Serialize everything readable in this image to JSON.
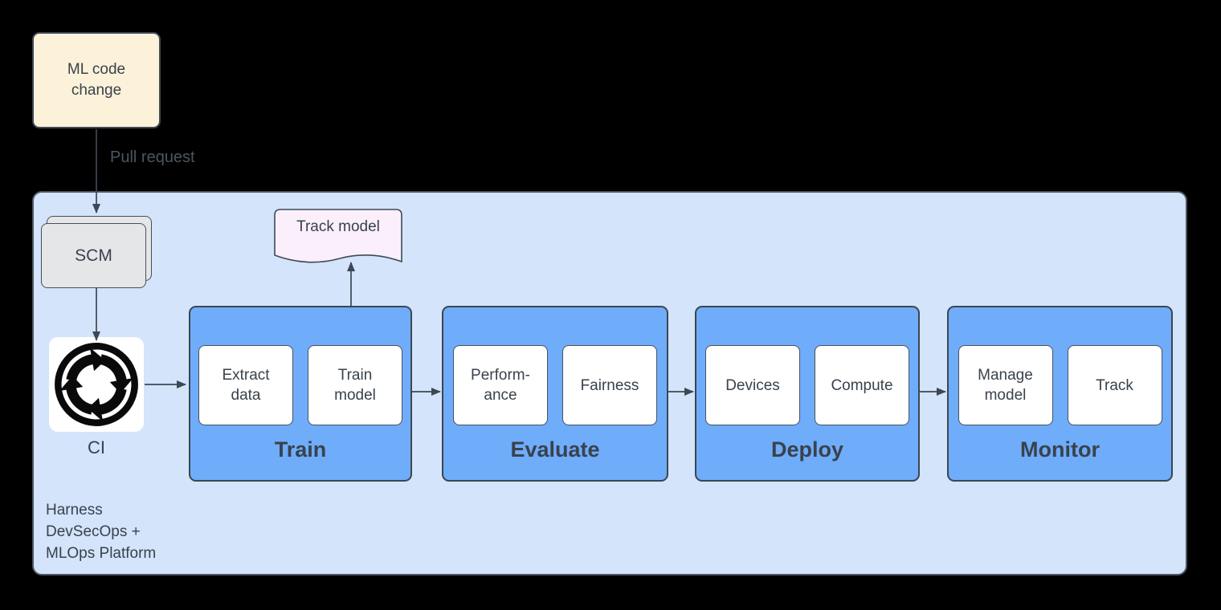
{
  "diagram": {
    "source_box": {
      "label": "ML code\nchange"
    },
    "edge_labels": {
      "pull_request": "Pull request"
    },
    "platform": {
      "label": "Harness\nDevSecOps +\nMLOps Platform"
    },
    "scm": {
      "label": "SCM"
    },
    "ci": {
      "label": "CI"
    },
    "artifact": {
      "label": "Track model"
    },
    "stages": [
      {
        "label": "Train",
        "steps": [
          "Extract\ndata",
          "Train\nmodel"
        ]
      },
      {
        "label": "Evaluate",
        "steps": [
          "Perform-\nance",
          "Fairness"
        ]
      },
      {
        "label": "Deploy",
        "steps": [
          "Devices",
          "Compute"
        ]
      },
      {
        "label": "Monitor",
        "steps": [
          "Manage\nmodel",
          "Track"
        ]
      }
    ],
    "colors": {
      "background": "#000000",
      "note_fill": "#FCF2D9",
      "platform_fill": "#D3E4FB",
      "stage_fill": "#6FACFA",
      "step_fill": "#FFFFFF",
      "scm_fill": "#E5E6E8",
      "document_fill": "#FAEFFA",
      "text": "#39424C",
      "connector": "#3E4752"
    }
  }
}
